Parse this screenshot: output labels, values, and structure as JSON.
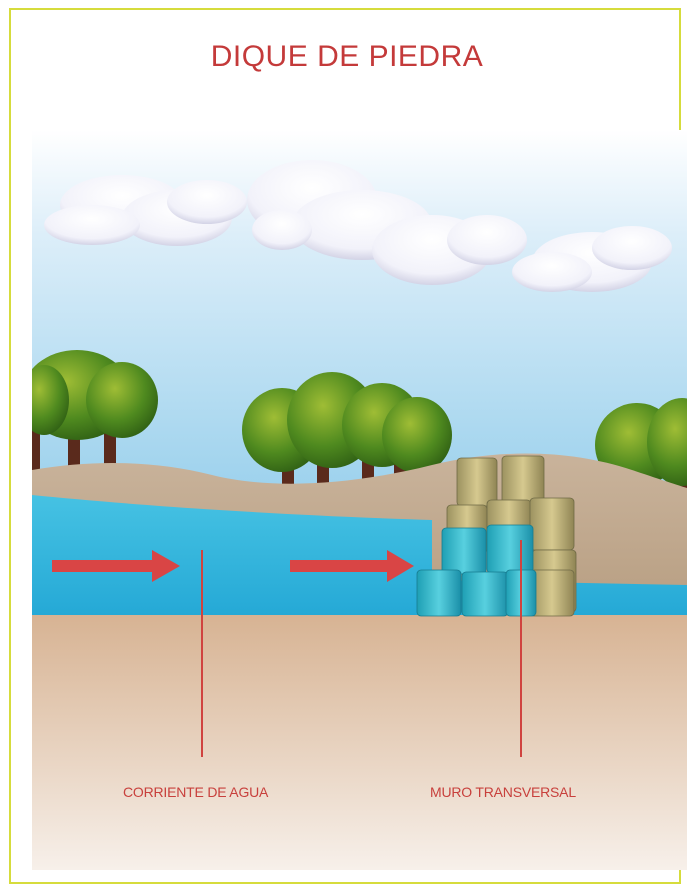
{
  "title": "DIQUE DE PIEDRA",
  "labels": {
    "stream": "CORRIENTE DE AGUA",
    "wall": "MURO TRANSVERSAL"
  },
  "colors": {
    "title": "#c43a3a",
    "border": "#d6dc3c",
    "arrow": "#d94545",
    "water": "#2db4dc",
    "ground": "#d9b89a",
    "sky": "#a9d7f0",
    "stone": "#c7b780",
    "foliage": "#4f8a1f"
  }
}
